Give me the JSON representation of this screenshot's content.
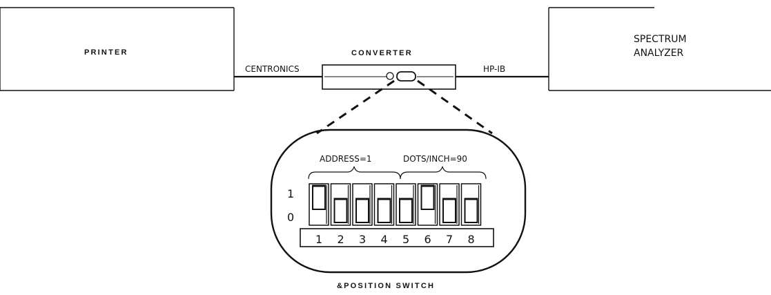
{
  "printer": {
    "label": "PRINTER"
  },
  "converter": {
    "label": "CONVERTER"
  },
  "analyzer": {
    "label_line1": "SPECTRUM",
    "label_line2": "ANALYZER"
  },
  "cables": {
    "left_label": "CENTRONICS",
    "right_label": "HP-IB"
  },
  "switch_panel": {
    "address_label": "ADDRESS=1",
    "dots_label": "DOTS/INCH=90",
    "row_on_label": "1",
    "row_off_label": "0",
    "switches": [
      {
        "number": "1",
        "state": "1"
      },
      {
        "number": "2",
        "state": "0"
      },
      {
        "number": "3",
        "state": "0"
      },
      {
        "number": "4",
        "state": "0"
      },
      {
        "number": "5",
        "state": "0"
      },
      {
        "number": "6",
        "state": "1"
      },
      {
        "number": "7",
        "state": "0"
      },
      {
        "number": "8",
        "state": "0"
      }
    ],
    "caption": "&POSITION SWITCH"
  }
}
